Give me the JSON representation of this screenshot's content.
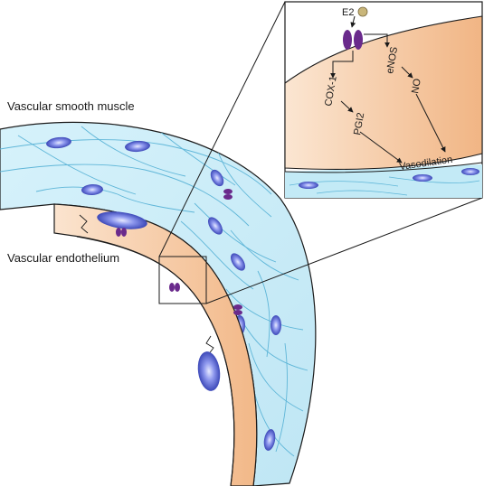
{
  "labels": {
    "smooth_muscle": "Vascular smooth muscle",
    "endothelium": "Vascular endothelium"
  },
  "inset": {
    "ligand": "E2",
    "enos": "eNOS",
    "cox1": "COX-1",
    "no": "NO",
    "pgi2": "PGI2",
    "vasodilation": "Vasodilation"
  },
  "colors": {
    "smooth_muscle_fill": "#c3eaf6",
    "cell_outline": "#5fb6d8",
    "endothelium_fill": "#f6c9a0",
    "nucleus": "#4a59cc",
    "receptor": "#6a2a8c",
    "ligand": "#c9b67a",
    "outline": "#1a1a1a"
  }
}
